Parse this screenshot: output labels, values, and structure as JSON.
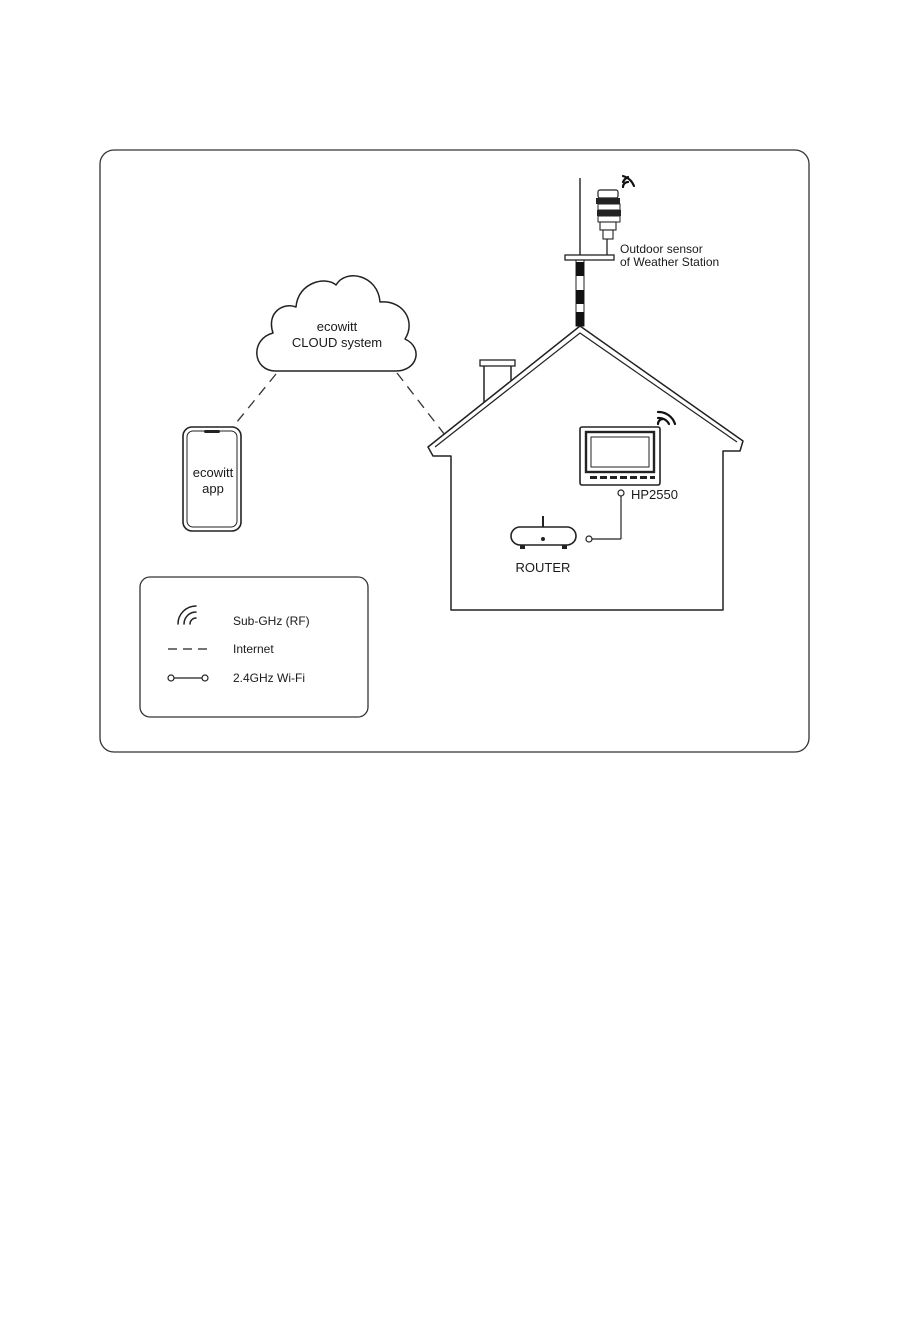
{
  "diagram": {
    "cloud_label_line1": "ecowitt",
    "cloud_label_line2": "CLOUD system",
    "phone_label_line1": "ecowitt",
    "phone_label_line2": "app",
    "sensor_label_line1": "Outdoor sensor",
    "sensor_label_line2": "of Weather Station",
    "console_label": "HP2550",
    "router_label": "ROUTER"
  },
  "legend": {
    "items": [
      {
        "icon": "rf-signal-icon",
        "label": "Sub-GHz (RF)"
      },
      {
        "icon": "dashed-line-icon",
        "label": "Internet"
      },
      {
        "icon": "wifi-connector-icon",
        "label": "2.4GHz Wi-Fi"
      }
    ]
  }
}
